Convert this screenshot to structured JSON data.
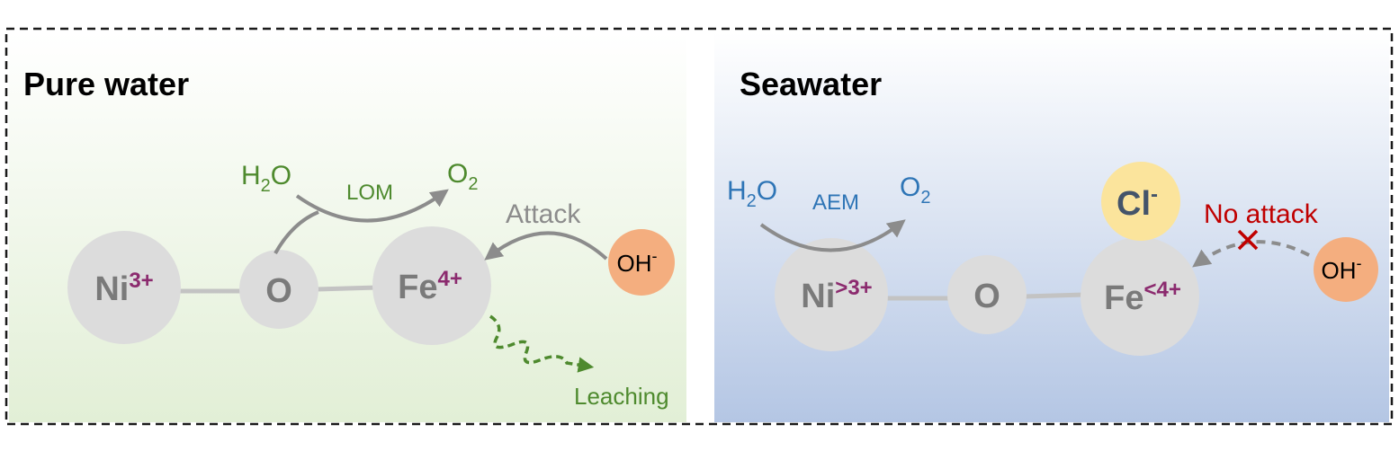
{
  "panels": {
    "pure": {
      "title": "Pure water",
      "atoms": {
        "ni": {
          "symbol": "Ni",
          "charge": "3+"
        },
        "o": {
          "symbol": "O"
        },
        "fe": {
          "symbol": "Fe",
          "charge": "4+"
        }
      },
      "reactant": {
        "base": "H",
        "sub": "2",
        "tail": "O"
      },
      "product": {
        "base": "O",
        "sub": "2"
      },
      "mechanism": "LOM",
      "attack_label": "Attack",
      "hydroxide": {
        "base": "OH",
        "sup": "-"
      },
      "leaching_label": "Leaching"
    },
    "sea": {
      "title": "Seawater",
      "atoms": {
        "ni": {
          "symbol": "Ni",
          "charge": ">3+"
        },
        "o": {
          "symbol": "O"
        },
        "fe": {
          "symbol": "Fe",
          "charge": "<4+"
        }
      },
      "reactant": {
        "base": "H",
        "sub": "2",
        "tail": "O"
      },
      "product": {
        "base": "O",
        "sub": "2"
      },
      "mechanism": "AEM",
      "chloride": {
        "base": "Cl",
        "sup": "-"
      },
      "no_attack_label": "No attack",
      "hydroxide": {
        "base": "OH",
        "sup": "-"
      }
    }
  },
  "colors": {
    "green_text": "#4e8a2e",
    "blue_text": "#2e75b6",
    "charge": "#8b2a6e",
    "atom_fill": "#dcdcdc",
    "atom_text": "#7a7a7a",
    "arrow_gray": "#8c8c8c",
    "oh_fill": "#f4ae7f",
    "cl_fill": "#fbe49c",
    "red": "#c00000"
  }
}
